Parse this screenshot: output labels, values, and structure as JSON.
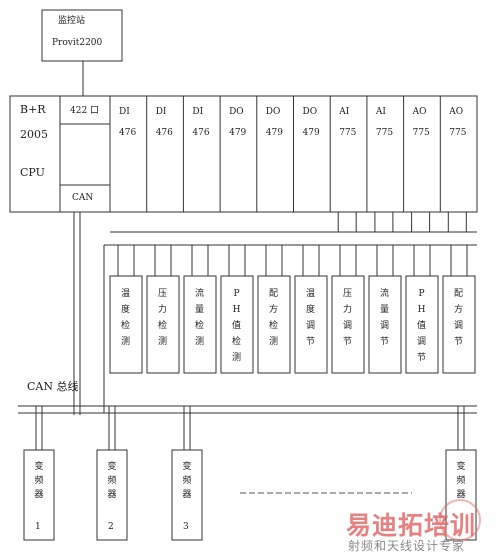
{
  "monitor": {
    "title": "监控站",
    "model": "Provit2200"
  },
  "cpu": {
    "brand": "B+R",
    "model": "2005",
    "type": "CPU"
  },
  "port_top": "422 口",
  "port_bottom": "CAN",
  "io_modules": [
    {
      "kind": "DI",
      "num": "476"
    },
    {
      "kind": "DI",
      "num": "476"
    },
    {
      "kind": "DI",
      "num": "476"
    },
    {
      "kind": "DO",
      "num": "479"
    },
    {
      "kind": "DO",
      "num": "479"
    },
    {
      "kind": "DO",
      "num": "479"
    },
    {
      "kind": "AI",
      "num": "775"
    },
    {
      "kind": "AI",
      "num": "775"
    },
    {
      "kind": "AO",
      "num": "775"
    },
    {
      "kind": "AO",
      "num": "775"
    }
  ],
  "field_devices": [
    "温度检测",
    "压力检测",
    "流量检测",
    "PH值检测",
    "配方检测",
    "温度调节",
    "压力调节",
    "流量调节",
    "PH值调节",
    "配方调节"
  ],
  "bus_label": "CAN 总线",
  "inverters": [
    {
      "text": "变频器",
      "num": "1"
    },
    {
      "text": "变频器",
      "num": "2"
    },
    {
      "text": "变频器",
      "num": "3"
    },
    {
      "text": "变频器",
      "num": ""
    }
  ],
  "watermark": {
    "main": "易迪拓培训",
    "sub": "射频和天线设计专家",
    "color": "#e36c6c"
  }
}
